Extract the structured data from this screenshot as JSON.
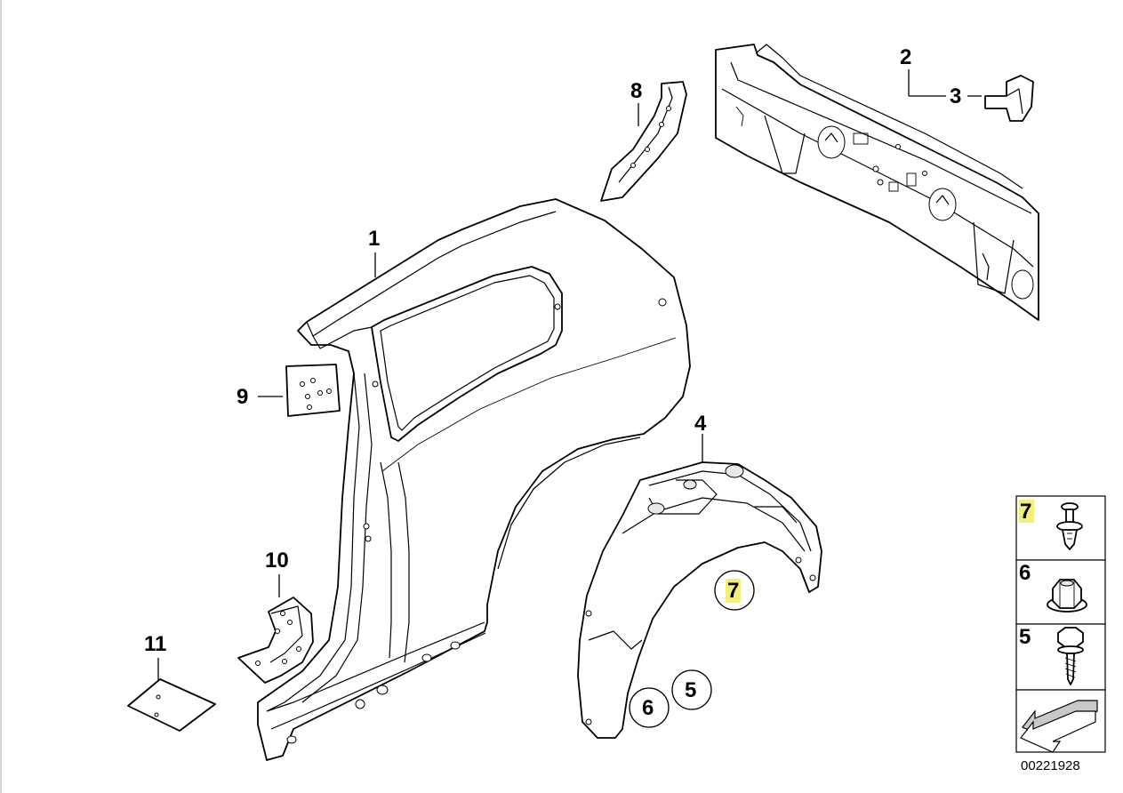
{
  "diagram_number": "00221928",
  "callouts": {
    "c1": "1",
    "c2": "2",
    "c3": "3",
    "c4": "4",
    "c5": "5",
    "c6": "6",
    "c7": "7",
    "c8": "8",
    "c9": "9",
    "c10": "10",
    "c11": "11"
  },
  "legend": {
    "row7": "7",
    "row6": "6",
    "row5": "5"
  },
  "colors": {
    "highlight": "#f3f07a",
    "lines": "#000000",
    "background": "#ffffff"
  }
}
